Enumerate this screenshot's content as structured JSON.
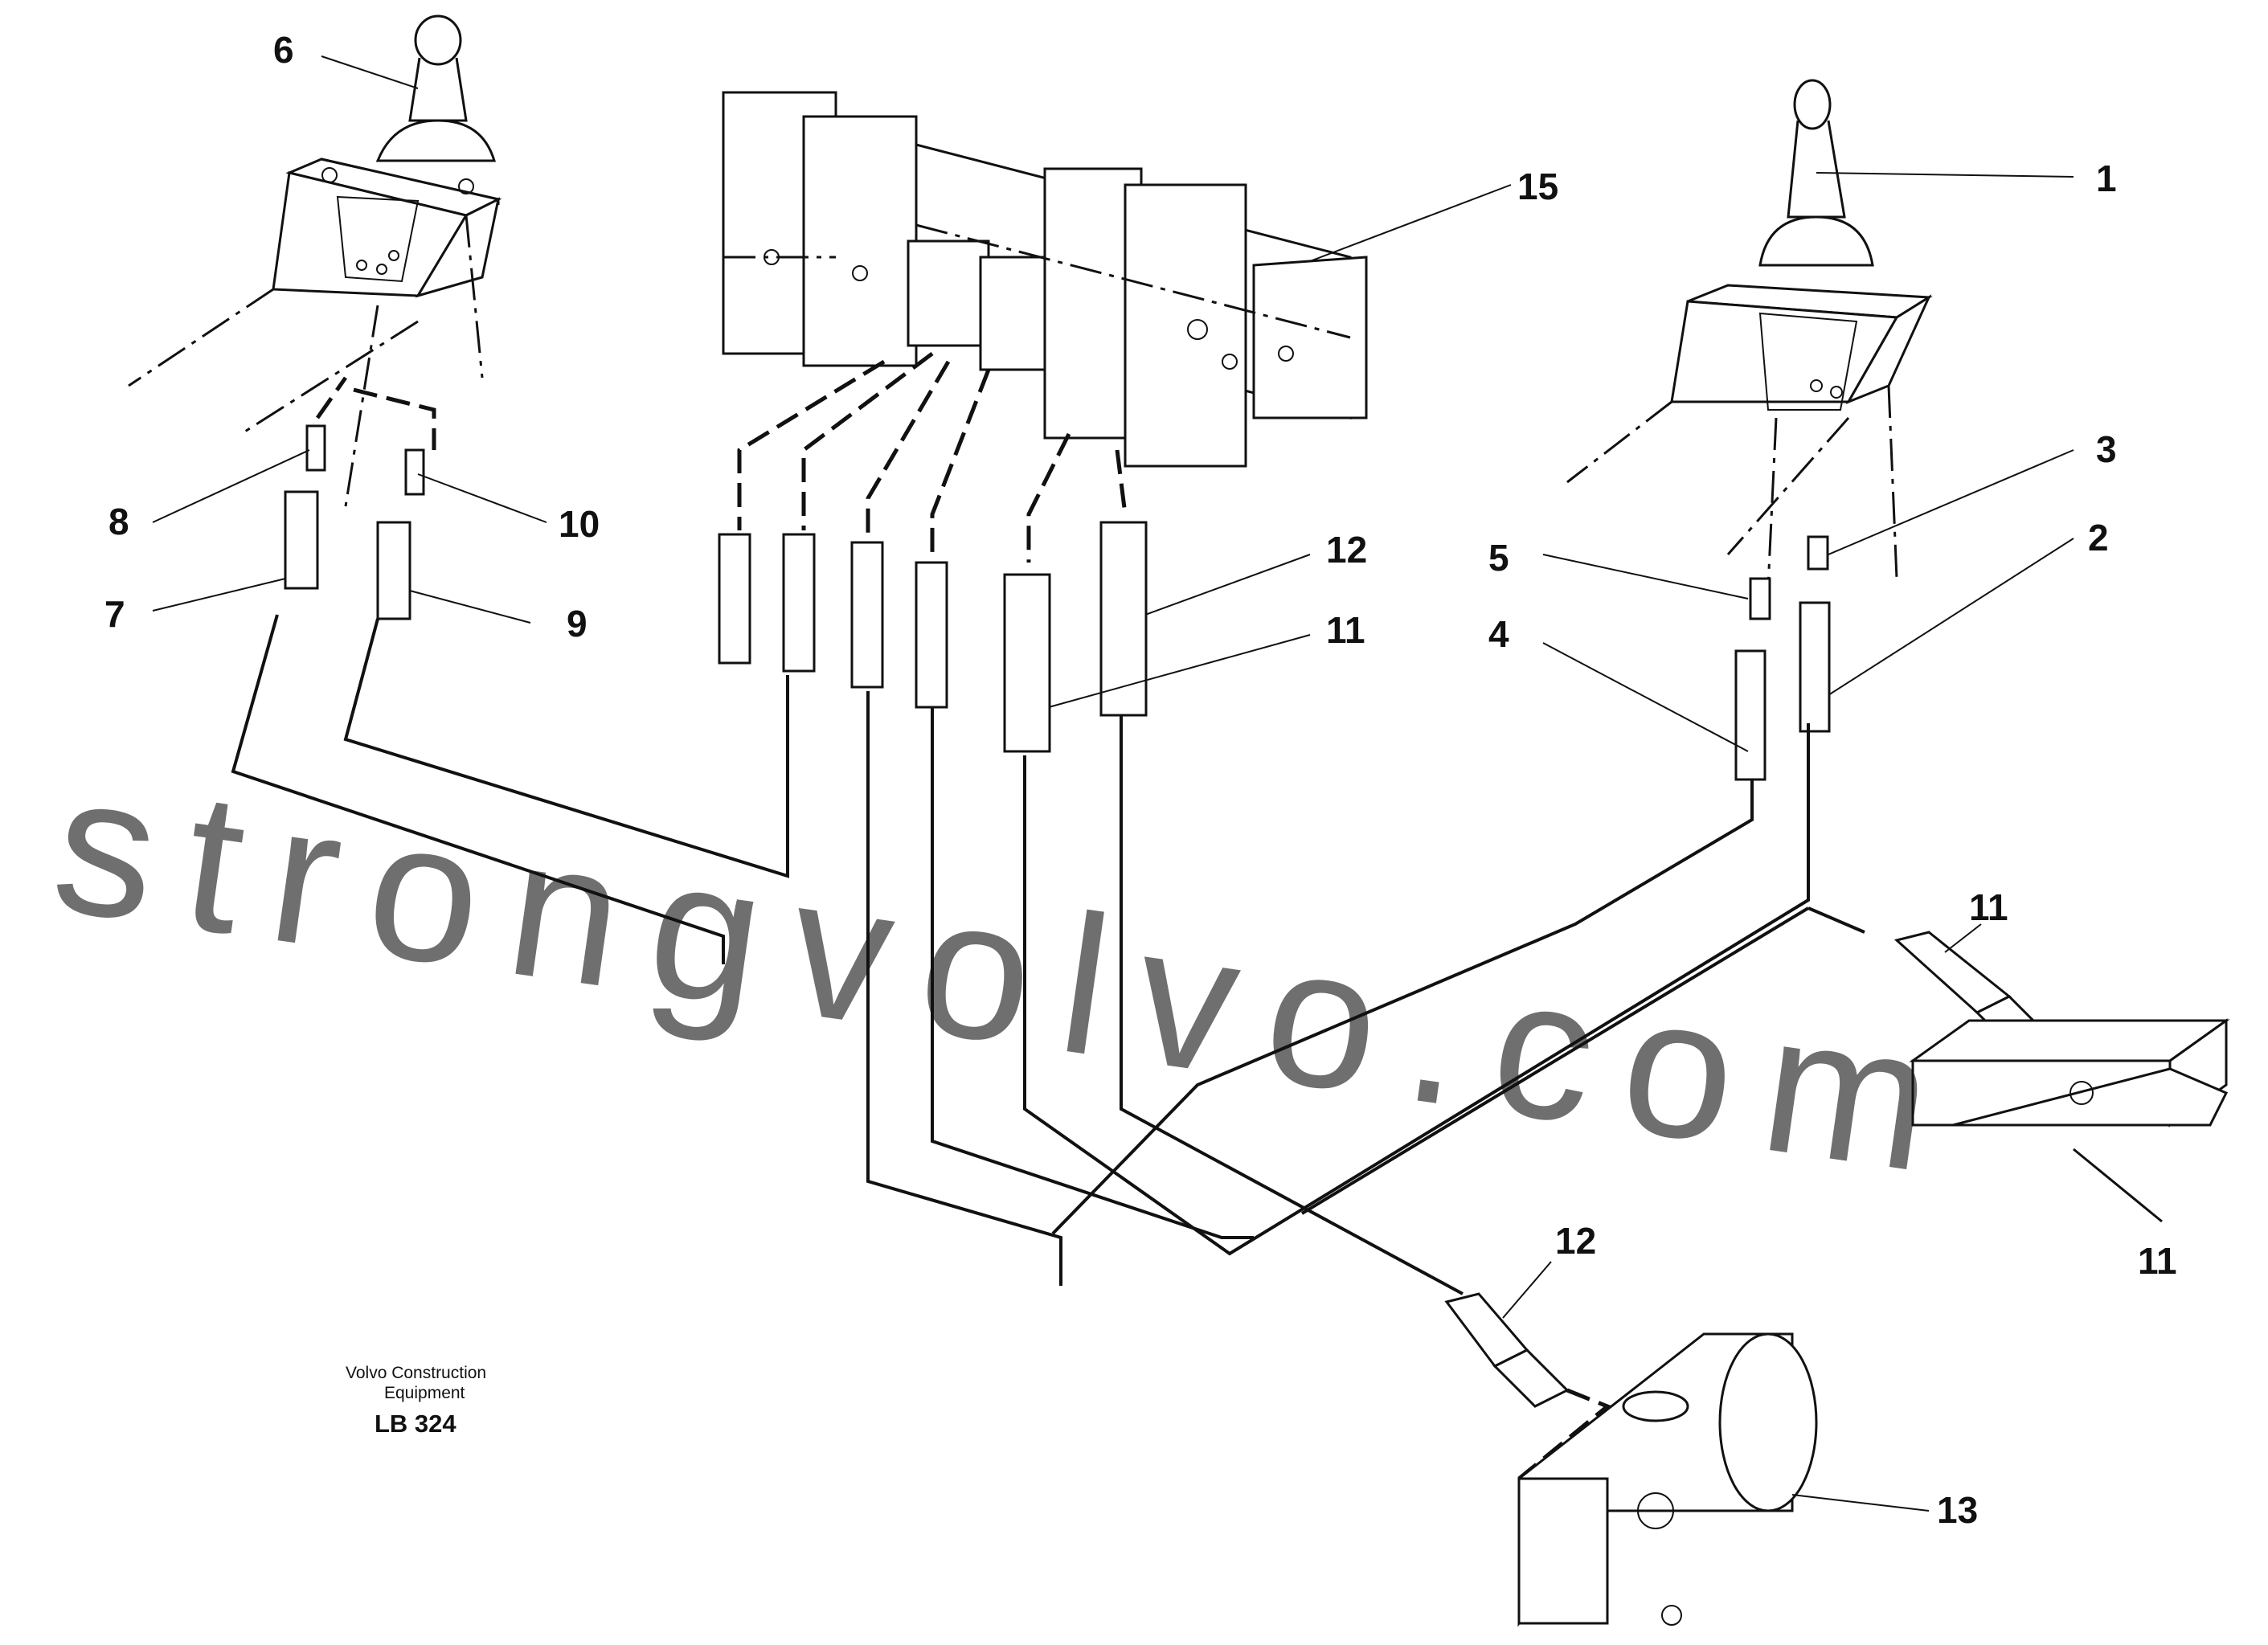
{
  "callouts": {
    "c1": "1",
    "c2": "2",
    "c3": "3",
    "c4": "4",
    "c5": "5",
    "c6": "6",
    "c7": "7",
    "c8": "8",
    "c9": "9",
    "c10": "10",
    "c11a": "11",
    "c11b": "11",
    "c11c": "11",
    "c12a": "12",
    "c12b": "12",
    "c13": "13",
    "c15": "15"
  },
  "caption": {
    "line1": "Volvo Construction",
    "line2": "Equipment",
    "code": "LB 324"
  },
  "watermark": "strongvolvo.com",
  "colors": {
    "ink": "#111111",
    "watermark": "#e8a0a6",
    "background": "#ffffff"
  }
}
